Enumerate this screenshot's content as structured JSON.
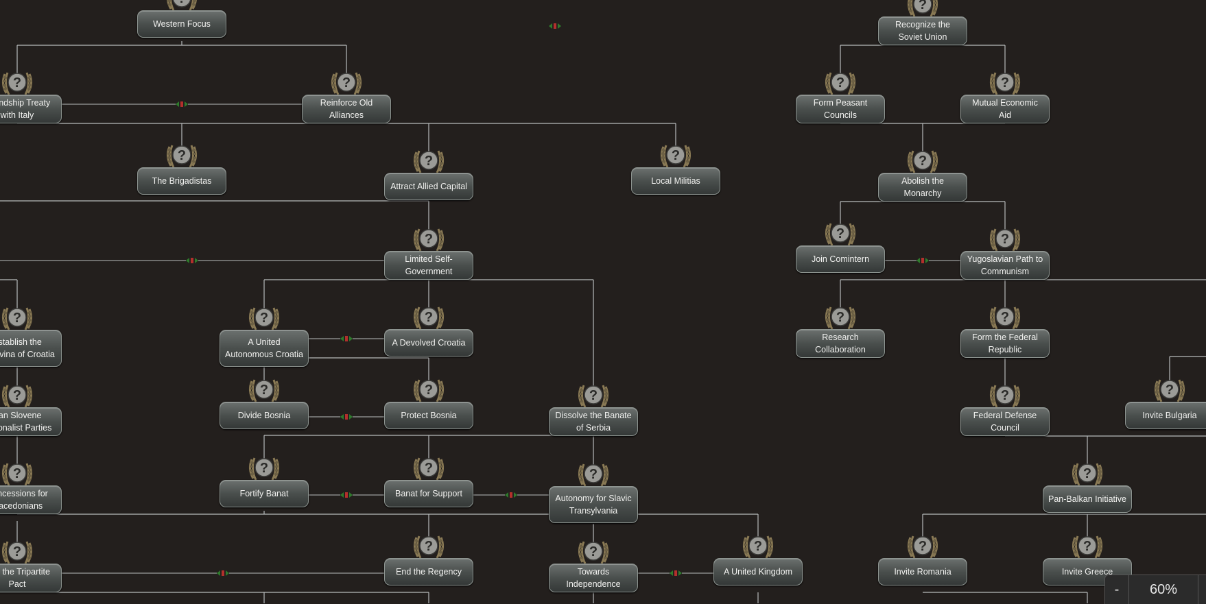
{
  "focus_tree": {
    "nodes": [
      {
        "id": "western-focus",
        "label": "Western Focus"
      },
      {
        "id": "recognize-soviet",
        "label": "Recognize the Soviet Union"
      },
      {
        "id": "friendship-italy",
        "label": "Friendship Treaty with Italy"
      },
      {
        "id": "reinforce-alliances",
        "label": "Reinforce Old Alliances"
      },
      {
        "id": "form-peasant",
        "label": "Form Peasant Councils"
      },
      {
        "id": "mutual-aid",
        "label": "Mutual Economic Aid"
      },
      {
        "id": "brigadistas",
        "label": "The Brigadistas"
      },
      {
        "id": "allied-capital",
        "label": "Attract Allied Capital"
      },
      {
        "id": "local-militias",
        "label": "Local Militias"
      },
      {
        "id": "abolish-monarchy",
        "label": "Abolish the Monarchy"
      },
      {
        "id": "limited-self-gov",
        "label": "Limited Self-Government"
      },
      {
        "id": "join-comintern",
        "label": "Join Comintern"
      },
      {
        "id": "yugoslav-path",
        "label": "Yugoslavian Path to Communism"
      },
      {
        "id": "banovina-croatia",
        "label": "Establish the Banovina of Croatia"
      },
      {
        "id": "united-croatia",
        "label": "A United Autonomous Croatia"
      },
      {
        "id": "devolved-croatia",
        "label": "A Devolved Croatia"
      },
      {
        "id": "research-collab",
        "label": "Research Collaboration"
      },
      {
        "id": "federal-republic",
        "label": "Form the Federal Republic"
      },
      {
        "id": "slovene-parties",
        "label": "Ban Slovene Nationalist Parties"
      },
      {
        "id": "divide-bosnia",
        "label": "Divide Bosnia"
      },
      {
        "id": "protect-bosnia",
        "label": "Protect Bosnia"
      },
      {
        "id": "dissolve-serbia",
        "label": "Dissolve the Banate of Serbia"
      },
      {
        "id": "federal-defense",
        "label": "Federal Defense Council"
      },
      {
        "id": "invite-bulgaria",
        "label": "Invite Bulgaria"
      },
      {
        "id": "macedonians",
        "label": "Concessions for Macedonians"
      },
      {
        "id": "fortify-banat",
        "label": "Fortify Banat"
      },
      {
        "id": "banat-support",
        "label": "Banat for Support"
      },
      {
        "id": "slavic-transylvania",
        "label": "Autonomy for Slavic Transylvania"
      },
      {
        "id": "pan-balkan",
        "label": "Pan-Balkan Initiative"
      },
      {
        "id": "tripartite",
        "label": "Join the Tripartite Pact"
      },
      {
        "id": "end-regency",
        "label": "End the Regency"
      },
      {
        "id": "towards-independence",
        "label": "Towards Independence"
      },
      {
        "id": "united-kingdom",
        "label": "A United Kingdom"
      },
      {
        "id": "invite-romania",
        "label": "Invite Romania"
      },
      {
        "id": "invite-greece",
        "label": "Invite Greece"
      }
    ]
  },
  "zoom": {
    "minus": "-",
    "value": "60%"
  },
  "colors": {
    "background": "#231f1d",
    "line": "#b8bcbd",
    "exclusive_red": "#b3302c",
    "exclusive_green": "#2e7a2c"
  },
  "icons": {
    "focus": "unknown-focus-laurel-icon",
    "exclusive": "mutually-exclusive-icon"
  }
}
